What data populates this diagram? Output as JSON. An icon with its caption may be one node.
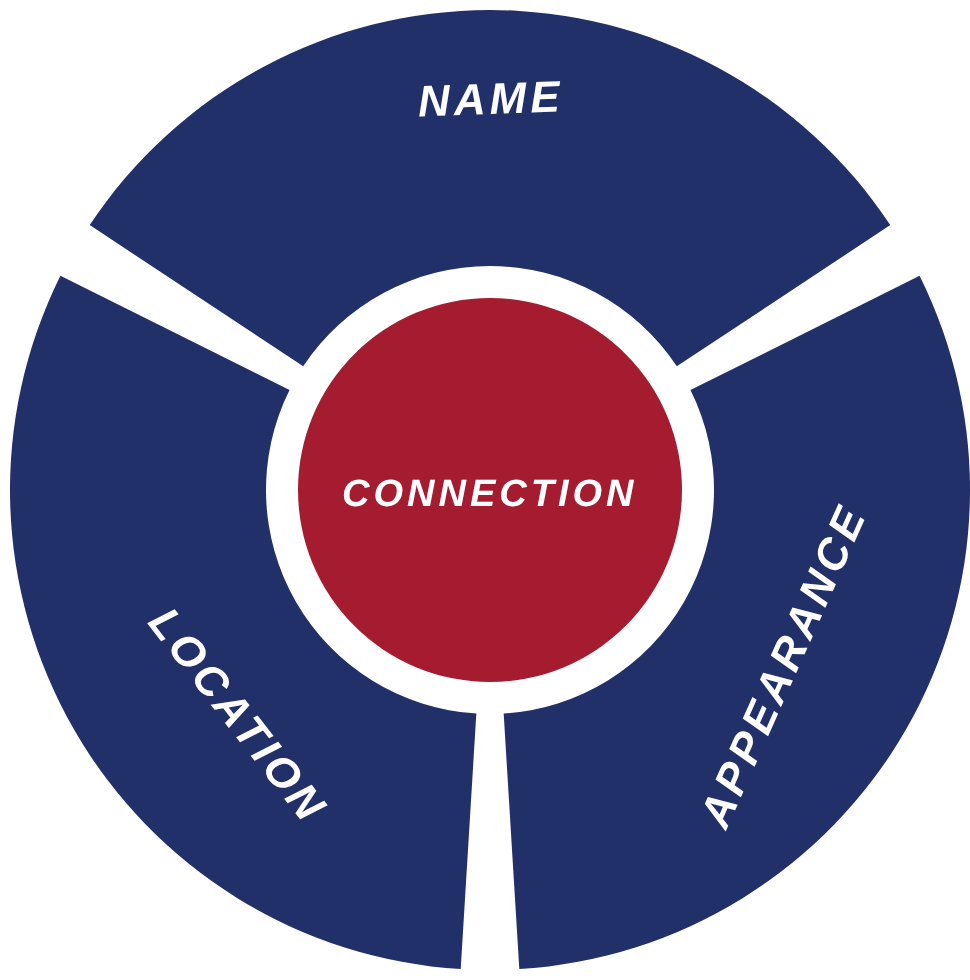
{
  "diagram": {
    "nodes": [
      {
        "text": [
          "NAME"
        ]
      },
      {
        "text": [
          "CONNECTION"
        ]
      },
      {
        "text": [
          "LOCATION"
        ]
      },
      {
        "text": [
          "APPEARANCE"
        ]
      }
    ],
    "edges": []
  }
}
